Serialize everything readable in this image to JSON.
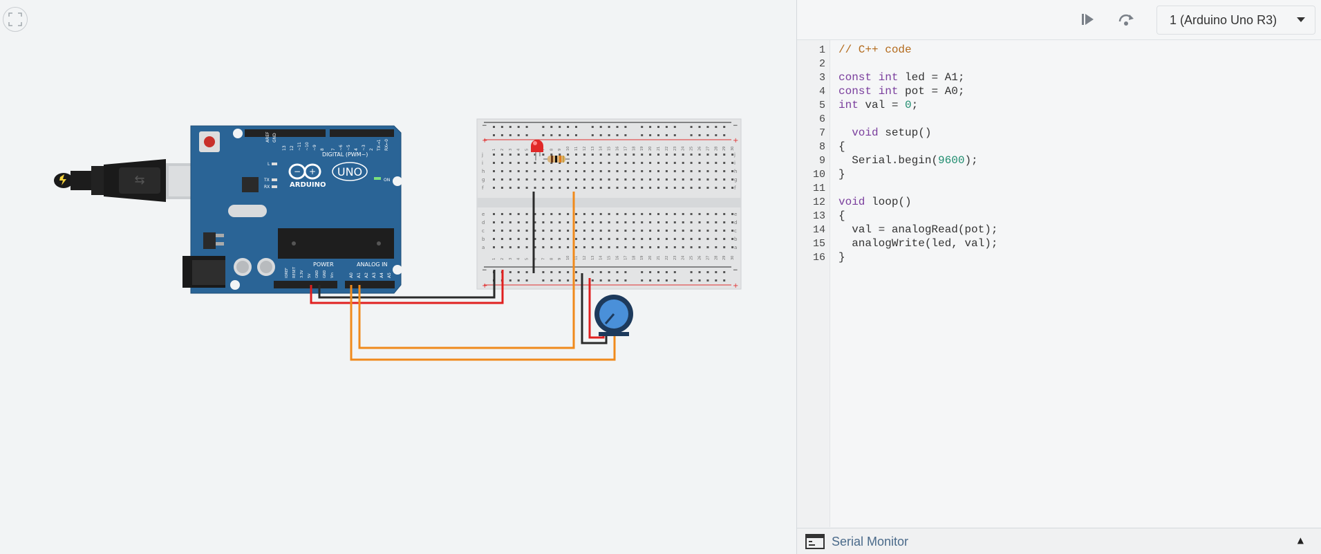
{
  "toolbar": {
    "board_label": "1 (Arduino Uno R3)",
    "step_icon": "play-step-icon",
    "restart_icon": "step-over-icon"
  },
  "arduino": {
    "brand": "ARDUINO",
    "model": "UNO",
    "digital_label": "DIGITAL (PWM~)",
    "power_label": "POWER",
    "analog_label": "ANALOG IN",
    "on_label": "ON",
    "tx_label": "TX",
    "rx_label": "RX",
    "l_label": "L",
    "aref": "AREF",
    "gnd": "GND",
    "digital_pins": [
      "13",
      "12",
      "~11",
      "~10",
      "~9",
      "8",
      "7",
      "~6",
      "~5",
      "4",
      "~3",
      "2",
      "TX→1",
      "RX←0"
    ],
    "power_pins": [
      "IOREF",
      "RESET",
      "3.3V",
      "5V",
      "GND",
      "GND",
      "Vin"
    ],
    "analog_pins": [
      "A0",
      "A1",
      "A2",
      "A3",
      "A4",
      "A5"
    ]
  },
  "breadboard": {
    "cols": [
      "1",
      "2",
      "3",
      "4",
      "5",
      "6",
      "7",
      "8",
      "9",
      "10",
      "11",
      "12",
      "13",
      "14",
      "15",
      "16",
      "17",
      "18",
      "19",
      "20",
      "21",
      "22",
      "23",
      "24",
      "25",
      "26",
      "27",
      "28",
      "29",
      "30"
    ],
    "rows_top": [
      "j",
      "i",
      "h",
      "g",
      "f"
    ],
    "rows_bottom": [
      "e",
      "d",
      "c",
      "b",
      "a"
    ]
  },
  "code": {
    "lines": [
      "// C++ code",
      "",
      "const int led = A1;",
      "const int pot = A0;",
      "int val = 0;",
      "",
      "  void setup()",
      "{",
      "  Serial.begin(9600);",
      "}",
      "",
      "void loop()",
      "{",
      "  val = analogRead(pot);",
      "  analogWrite(led, val);",
      "}"
    ],
    "line_numbers": [
      "1",
      "2",
      "3",
      "4",
      "5",
      "6",
      "7",
      "8",
      "9",
      "10",
      "11",
      "12",
      "13",
      "14",
      "15",
      "16"
    ]
  },
  "serial_monitor": {
    "label": "Serial Monitor"
  },
  "colors": {
    "board": "#2a6496",
    "wire_red": "#e02020",
    "wire_black": "#2a2a2a",
    "wire_orange": "#f08a1c"
  }
}
